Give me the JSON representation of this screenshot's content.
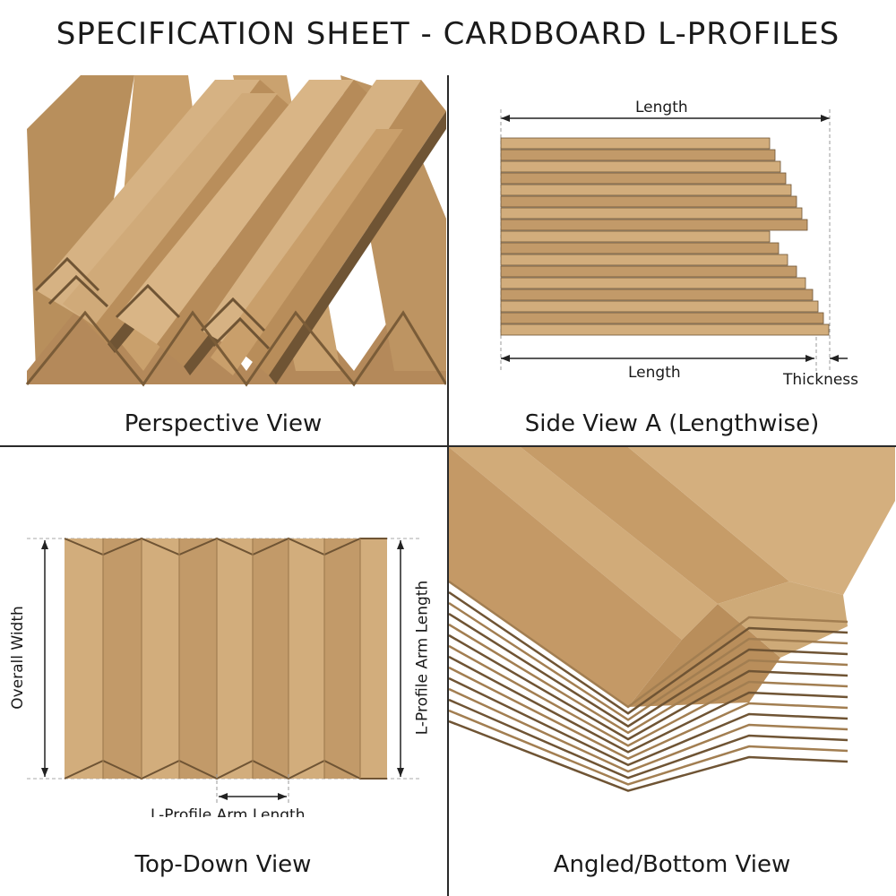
{
  "title": "SPECIFICATION SHEET - CARDBOARD L-PROFILES",
  "colors": {
    "cardboard_light": "#d2ad7c",
    "cardboard_mid": "#c29a69",
    "cardboard_dark": "#a27e51",
    "edge": "#6f5434",
    "divider": "#2a2a2a"
  },
  "panels": {
    "perspective": {
      "caption": "Perspective View"
    },
    "side_view": {
      "caption": "Side View A (Lengthwise)",
      "top_label": "Length",
      "bottom_label": "Length",
      "thickness_label": "Thickness"
    },
    "top_down": {
      "caption": "Top-Down View",
      "left_label": "Overall Width",
      "right_label": "L-Profile Arm Length",
      "bottom_label": "L-Profile Arm Length"
    },
    "angled": {
      "caption": "Angled/Bottom View"
    }
  }
}
